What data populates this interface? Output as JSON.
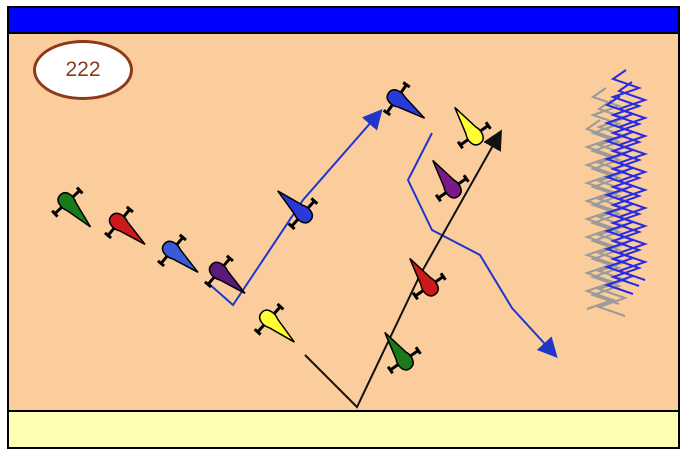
{
  "diagram": {
    "number": "222",
    "colors": {
      "field": "#fbcd9c",
      "top_bar": "#0000ff",
      "bottom_bar": "#ffffb4",
      "badge_border": "#8b3a1a",
      "pass_line": "#1f35cc",
      "run_line": "#111111",
      "goal_front": "#2a2ae0",
      "goal_back": "#9a9a9a"
    },
    "players": [
      {
        "id": "p1",
        "color": "#1a7a1a",
        "label": "green"
      },
      {
        "id": "p2",
        "color": "#cc1a1a",
        "label": "red"
      },
      {
        "id": "p3",
        "color": "#3a5ad8",
        "label": "blue"
      },
      {
        "id": "p4",
        "color": "#5a1a7a",
        "label": "purple"
      },
      {
        "id": "p5",
        "color": "#ffff33",
        "label": "yellow"
      },
      {
        "id": "p6",
        "color": "#2a3ad8",
        "label": "blue"
      },
      {
        "id": "p7",
        "color": "#2a3ad8",
        "label": "blue"
      },
      {
        "id": "p8",
        "color": "#ffff33",
        "label": "yellow"
      },
      {
        "id": "p9",
        "color": "#7a1a8a",
        "label": "purple"
      },
      {
        "id": "p10",
        "color": "#cc1a1a",
        "label": "red"
      },
      {
        "id": "p11",
        "color": "#1a7a1a",
        "label": "green"
      }
    ],
    "goal": {
      "icon": "goal-net-icon"
    },
    "lines": [
      {
        "id": "pass-1",
        "type": "pass",
        "arrow": true
      },
      {
        "id": "pass-2",
        "type": "pass",
        "arrow": true
      },
      {
        "id": "run-1",
        "type": "run",
        "arrow": true
      }
    ]
  }
}
